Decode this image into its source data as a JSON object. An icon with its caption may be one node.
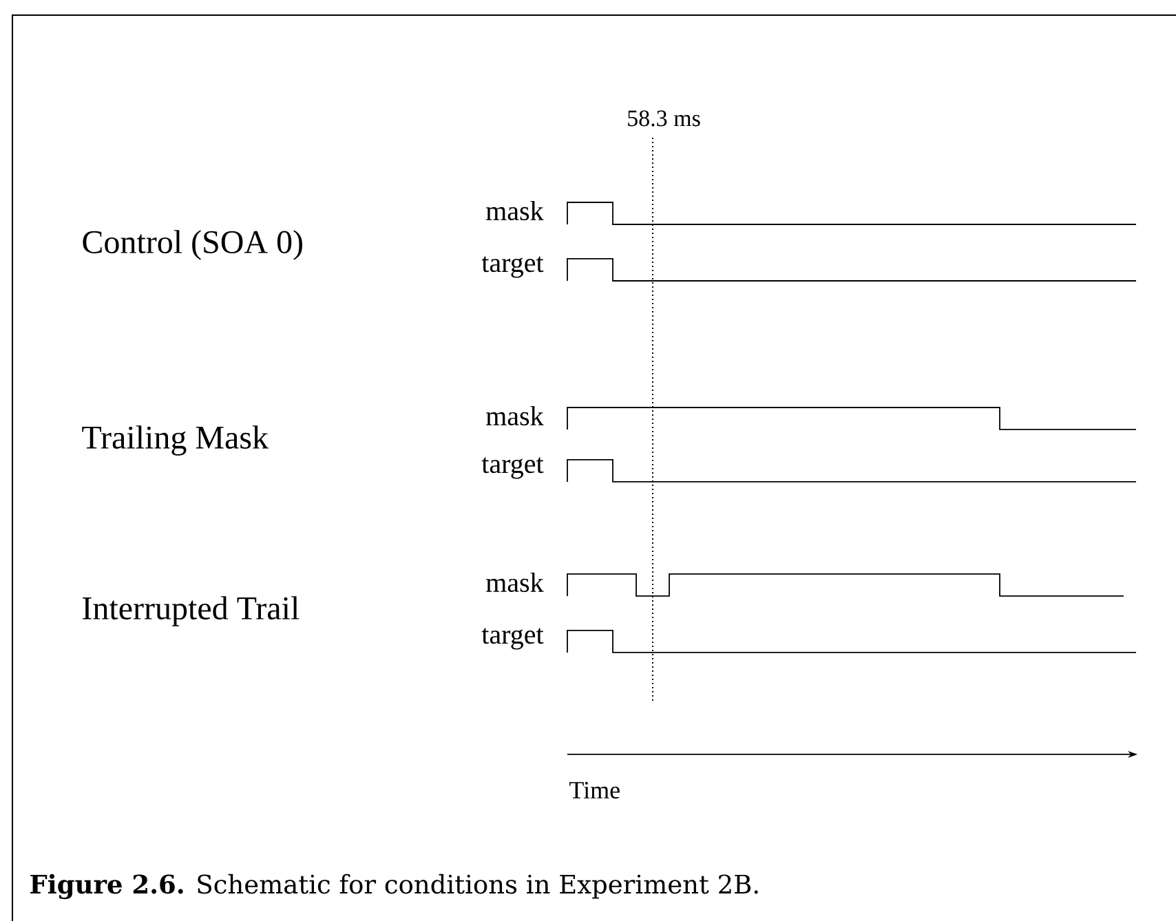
{
  "diagram": {
    "caption": "**Figure 2.6.** Schematic for conditions in Experiment 2B.",
    "labels": [
      "58.3 ms",
      "Control (SOA 0)",
      "mask",
      "target",
      "Trailing Mask",
      "mask",
      "target",
      "Interrupted Trail",
      "mask",
      "target",
      "Time"
    ]
  }
}
